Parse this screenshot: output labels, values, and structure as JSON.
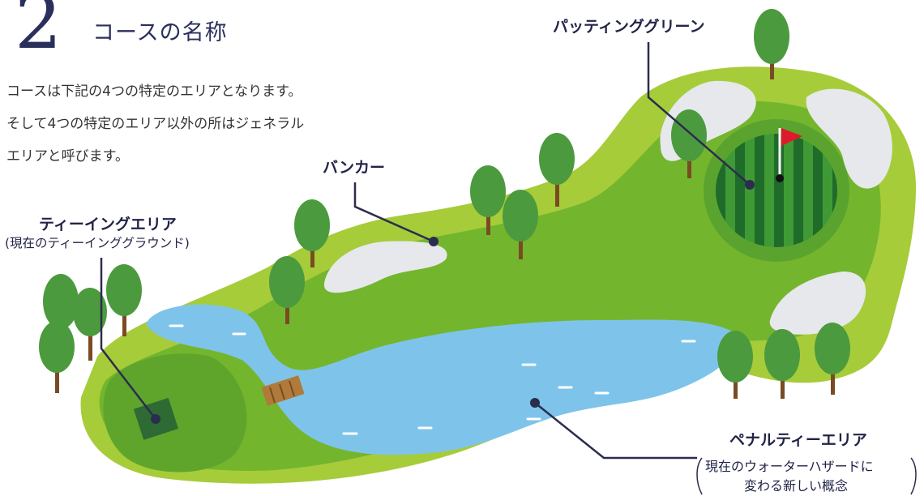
{
  "header": {
    "section_number": "2",
    "title": "コースの名称"
  },
  "intro": {
    "line1": "コースは下記の4つの特定のエリアとなります。",
    "line2": "そして4つの特定のエリア以外の所はジェネラル",
    "line3": "エリアと呼びます。"
  },
  "labels": {
    "putting_green": "パッティンググリーン",
    "bunker": "バンカー",
    "teeing_area": "ティーイングエリア",
    "teeing_area_sub": "(現在のティーインググラウンド)",
    "penalty_area": "ペナルティーエリア",
    "penalty_area_sub1": "現在のウォーターハザードに",
    "penalty_area_sub2": "変わる新しい概念"
  },
  "colors": {
    "rough": "#a6cc3a",
    "fairway": "#74b52e",
    "green_light": "#3f9a35",
    "green_dark": "#1f6b2a",
    "water": "#7ec4ea",
    "sand": "#e6e8ec",
    "tree": "#4c9a3e",
    "trunk": "#7a4b22",
    "flag": "#e0182b",
    "leader": "#2b2d4e"
  }
}
